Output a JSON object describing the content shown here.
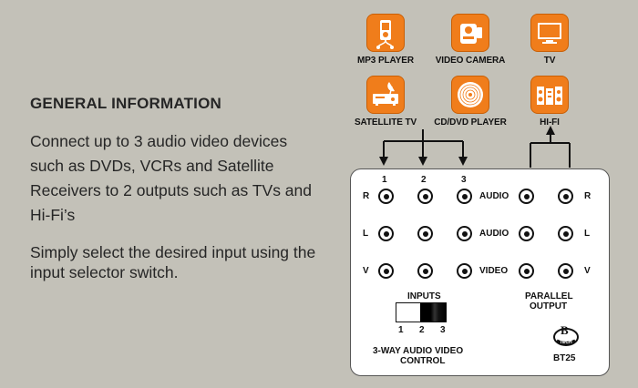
{
  "info": {
    "heading": "GENERAL INFORMATION",
    "paragraph1": "Connect up to 3 audio video devices such as DVDs, VCRs and Satellite Receivers to 2 outputs such as TVs and Hi-Fi’s",
    "paragraph2": "Simply select the desired input using the input selector switch."
  },
  "devices": {
    "mp3": {
      "label": "MP3 PLAYER",
      "icon": "mp3-player-icon"
    },
    "camera": {
      "label": "VIDEO CAMERA",
      "icon": "video-camera-icon"
    },
    "tv": {
      "label": "TV",
      "icon": "tv-icon"
    },
    "satellite": {
      "label": "SATELLITE TV",
      "icon": "satellite-receiver-icon"
    },
    "dvd": {
      "label": "CD/DVD PLAYER",
      "icon": "disc-icon"
    },
    "hifi": {
      "label": "HI-FI",
      "icon": "hifi-speaker-icon"
    }
  },
  "panel": {
    "input_numbers": [
      "1",
      "2",
      "3"
    ],
    "row_labels_left": [
      "R",
      "L",
      "V"
    ],
    "row_labels_mid": [
      "AUDIO",
      "AUDIO",
      "VIDEO"
    ],
    "row_labels_right": [
      "R",
      "L",
      "V"
    ],
    "inputs_label": "INPUTS",
    "switch_numbers": [
      "1",
      "2",
      "3"
    ],
    "parallel_label_1": "PARALLEL",
    "parallel_label_2": "OUTPUT",
    "title_line1": "3-WAY AUDIO VIDEO",
    "title_line2": "CONTROL",
    "logo_letter": "B",
    "logo_text": "TECH",
    "model": "BT25",
    "selected_input": 3
  },
  "colors": {
    "background": "#c3c1b8",
    "icon_orange": "#f07d1b",
    "panel": "#ffffff",
    "ink": "#111111"
  }
}
